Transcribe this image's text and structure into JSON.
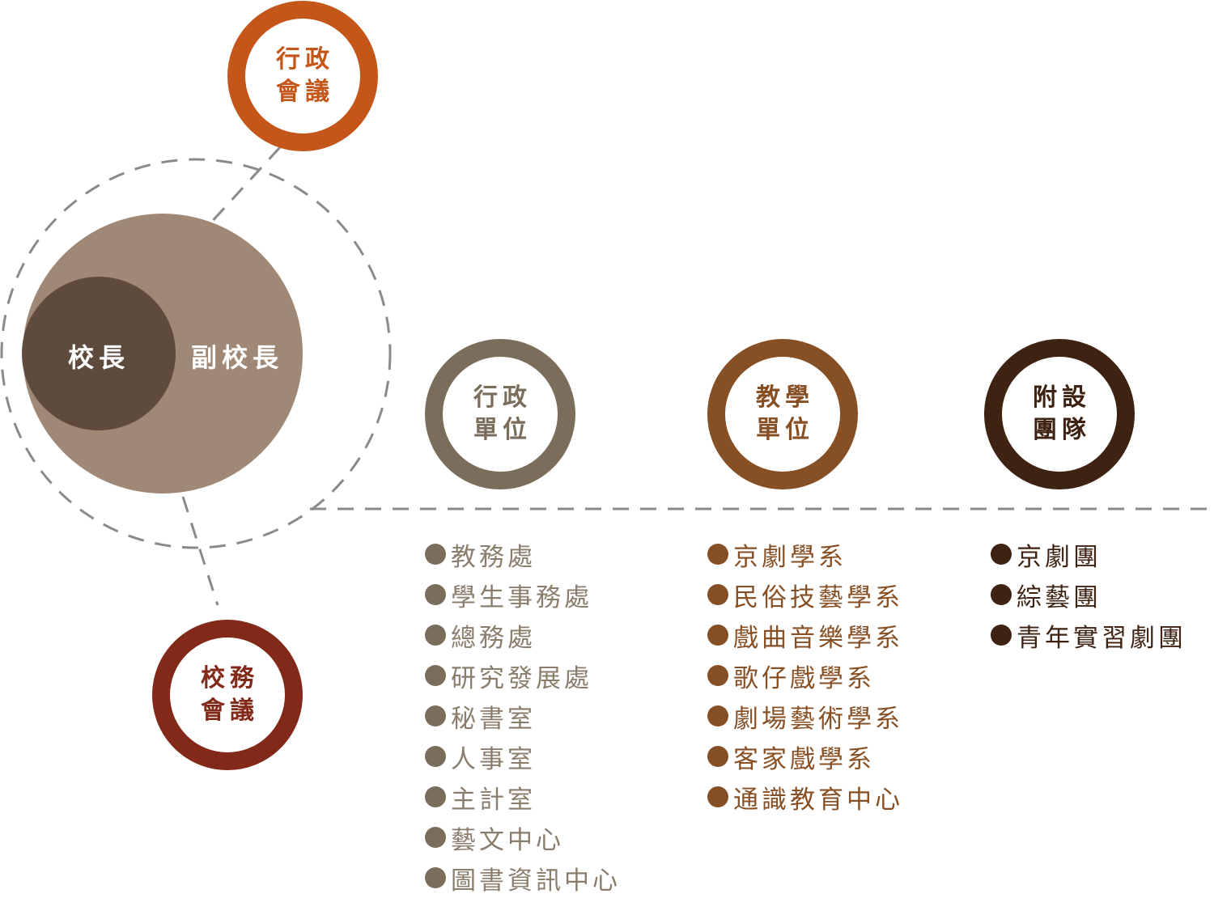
{
  "colors": {
    "admin_meeting": "#c4561a",
    "school_affairs_meeting": "#82291a",
    "vice_president_circle": "#a08876",
    "president_circle": "#5f4a3e",
    "admin_units": "#7b6d5c",
    "teaching_units": "#874f24",
    "affiliated_troupes": "#3e2212",
    "dashed_line": "#8a8a8a"
  },
  "leadership": {
    "president": "校長",
    "vice_president": "副校長"
  },
  "meetings": {
    "admin_meeting": {
      "line1": "行政",
      "line2": "會議"
    },
    "school_affairs_meeting": {
      "line1": "校務",
      "line2": "會議"
    }
  },
  "categories": {
    "admin_units": {
      "line1": "行政",
      "line2": "單位",
      "items": [
        "教務處",
        "學生事務處",
        "總務處",
        "研究發展處",
        "秘書室",
        "人事室",
        "主計室",
        "藝文中心",
        "圖書資訊中心"
      ]
    },
    "teaching_units": {
      "line1": "教學",
      "line2": "單位",
      "items": [
        "京劇學系",
        "民俗技藝學系",
        "戲曲音樂學系",
        "歌仔戲學系",
        "劇場藝術學系",
        "客家戲學系",
        "通識教育中心"
      ]
    },
    "affiliated_troupes": {
      "line1": "附設",
      "line2": "團隊",
      "items": [
        "京劇團",
        "綜藝團",
        "青年實習劇團"
      ]
    }
  }
}
